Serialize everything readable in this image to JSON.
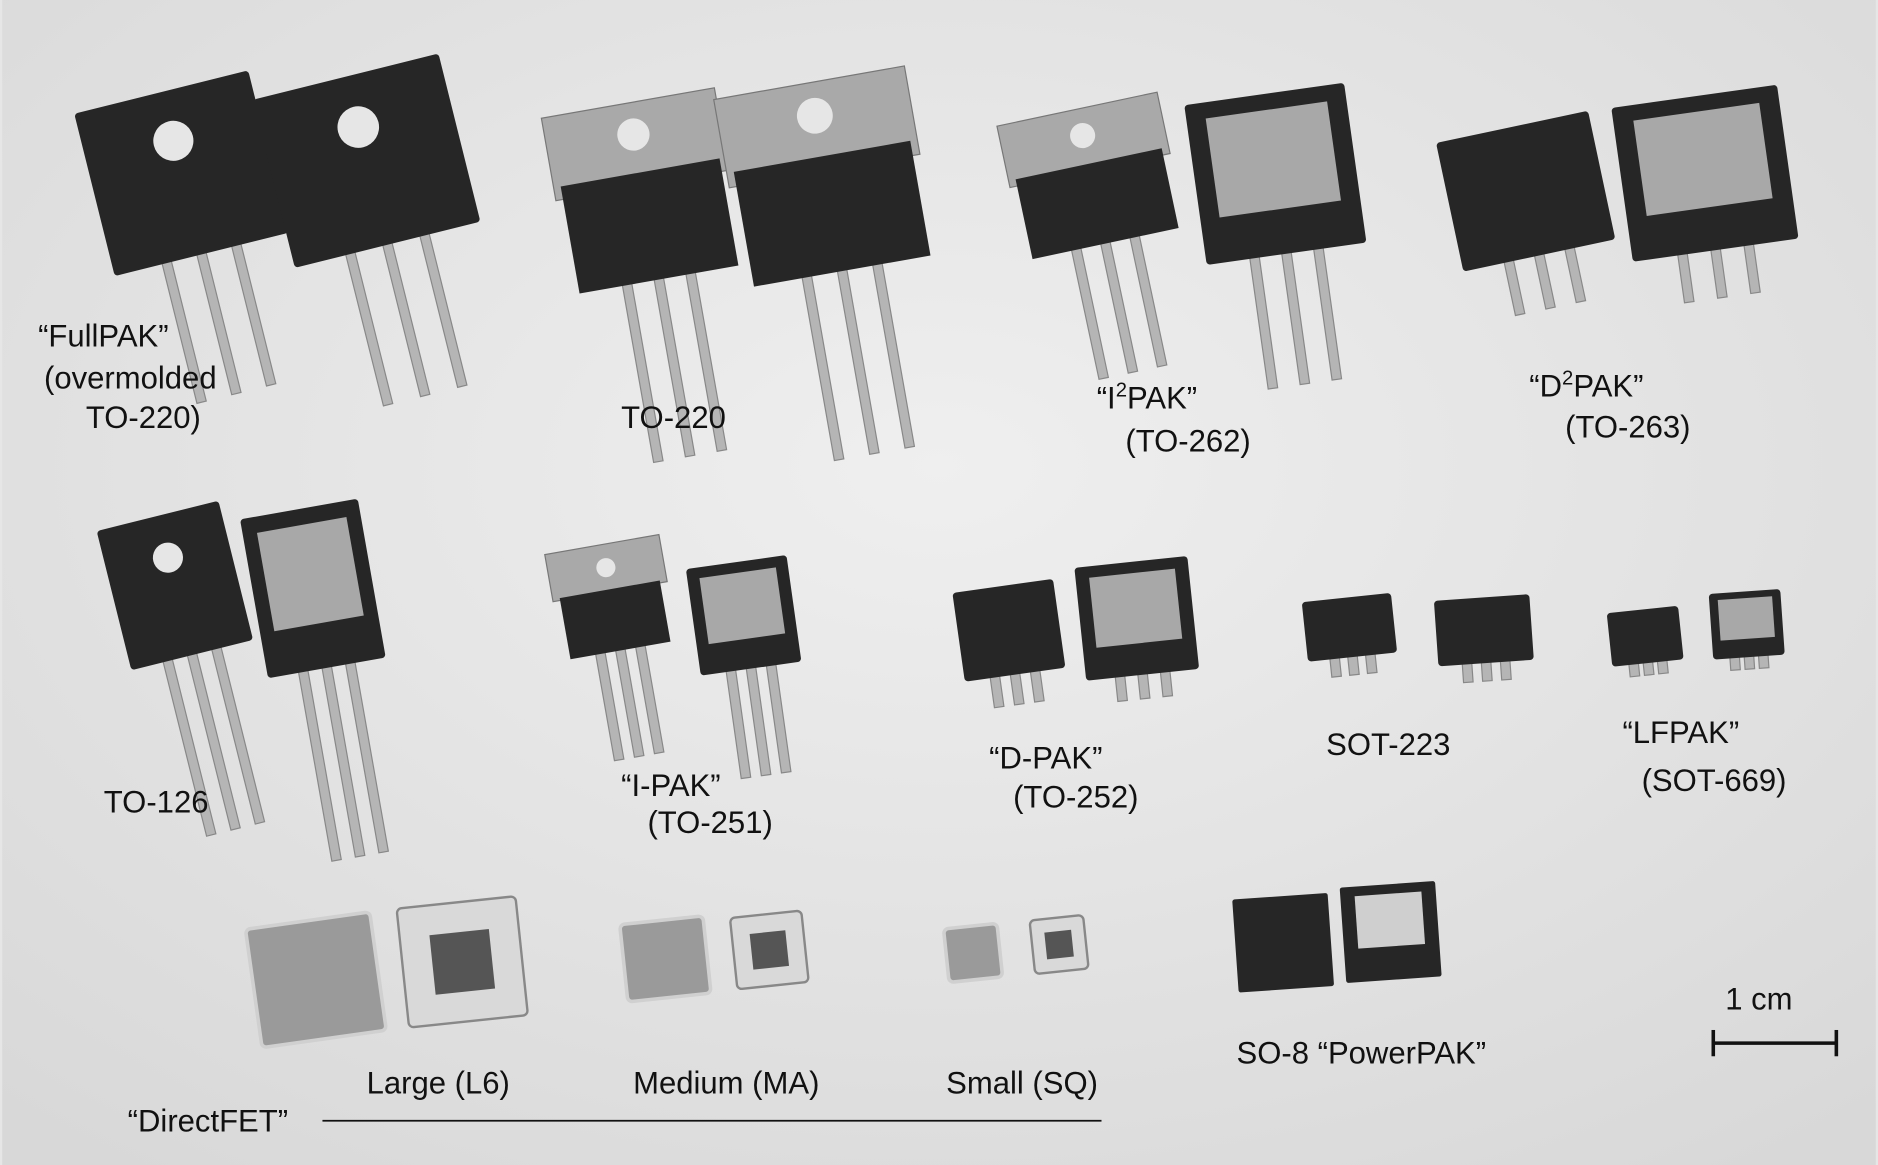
{
  "labels": {
    "fullpak": {
      "name": "“FullPAK”",
      "line2": "(overmolded",
      "line3": "TO-220)"
    },
    "to220": "TO-220",
    "i2pak": {
      "pre": "“I",
      "sup": "2",
      "post": "PAK”",
      "sub": "(TO-262)"
    },
    "d2pak": {
      "pre": "“D",
      "sup": "2",
      "post": "PAK”",
      "sub": "(TO-263)"
    },
    "to126": "TO-126",
    "ipak": {
      "name": "“I-PAK”",
      "sub": "(TO-251)"
    },
    "dpak": {
      "name": "“D-PAK”",
      "sub": "(TO-252)"
    },
    "sot223": "SOT-223",
    "lfpak": {
      "name": "“LFPAK”",
      "sub": "(SOT-669)"
    },
    "directfet": {
      "name": "“DirectFET”",
      "large": "Large (L6)",
      "medium": "Medium (MA)",
      "small": "Small (SQ)"
    },
    "so8": "SO-8 “PowerPAK”",
    "scale": "1 cm"
  },
  "colors": {
    "background": "#e6e6e6",
    "body": "#262626",
    "metal": "#b5b5b5",
    "text": "#111111"
  }
}
